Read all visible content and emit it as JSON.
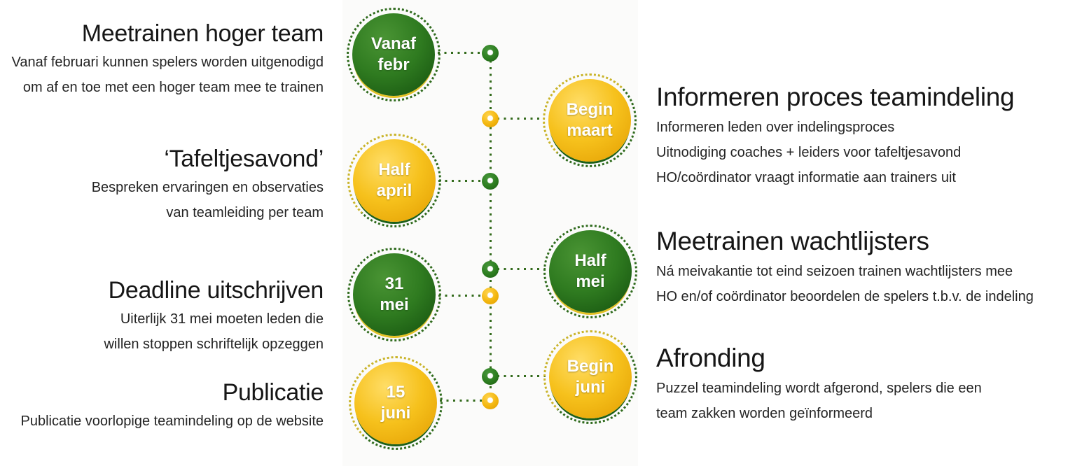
{
  "colors": {
    "green": "#2f7b20",
    "yellow": "#f3b60e",
    "dotted_line": "#336b1c",
    "text": "#1c1c1c",
    "background": "#ffffff"
  },
  "left_blocks": [
    {
      "title": "Meetrainen hoger team",
      "lines": [
        "Vanaf februari kunnen spelers worden uitgenodigd",
        "om af en toe met een hoger team mee te trainen"
      ]
    },
    {
      "title": "‘Tafeltjesavond’",
      "lines": [
        "Bespreken ervaringen en observaties",
        "van teamleiding per team"
      ]
    },
    {
      "title": "Deadline uitschrijven",
      "lines": [
        "Uiterlijk 31 mei moeten leden die",
        "willen stoppen schriftelijk opzeggen"
      ]
    },
    {
      "title": "Publicatie",
      "lines": [
        "Publicatie voorlopige teamindeling op de website"
      ]
    }
  ],
  "right_blocks": [
    {
      "title": "Informeren proces teamindeling",
      "lines": [
        "Informeren leden over indelingsproces",
        "Uitnodiging coaches + leiders voor tafeltjesavond",
        "HO/coördinator vraagt informatie aan trainers uit"
      ]
    },
    {
      "title": "Meetrainen wachtlijsters",
      "lines": [
        "Ná meivakantie tot eind seizoen trainen wachtlijsters mee",
        "HO en/of coördinator beoordelen de spelers t.b.v. de indeling"
      ]
    },
    {
      "title": "Afronding",
      "lines": [
        "Puzzel teamindeling wordt afgerond, spelers die een",
        "team zakken worden geïnformeerd"
      ]
    }
  ],
  "timeline": {
    "milestones": [
      {
        "line1": "Vanaf",
        "line2": "febr",
        "color": "green",
        "side": "left"
      },
      {
        "line1": "Begin",
        "line2": "maart",
        "color": "yellow",
        "side": "right"
      },
      {
        "line1": "Half",
        "line2": "april",
        "color": "yellow",
        "side": "left"
      },
      {
        "line1": "Half",
        "line2": "mei",
        "color": "green",
        "side": "right"
      },
      {
        "line1": "31",
        "line2": "mei",
        "color": "green",
        "side": "left"
      },
      {
        "line1": "Begin",
        "line2": "juni",
        "color": "yellow",
        "side": "right"
      },
      {
        "line1": "15",
        "line2": "juni",
        "color": "yellow",
        "side": "left"
      }
    ]
  }
}
